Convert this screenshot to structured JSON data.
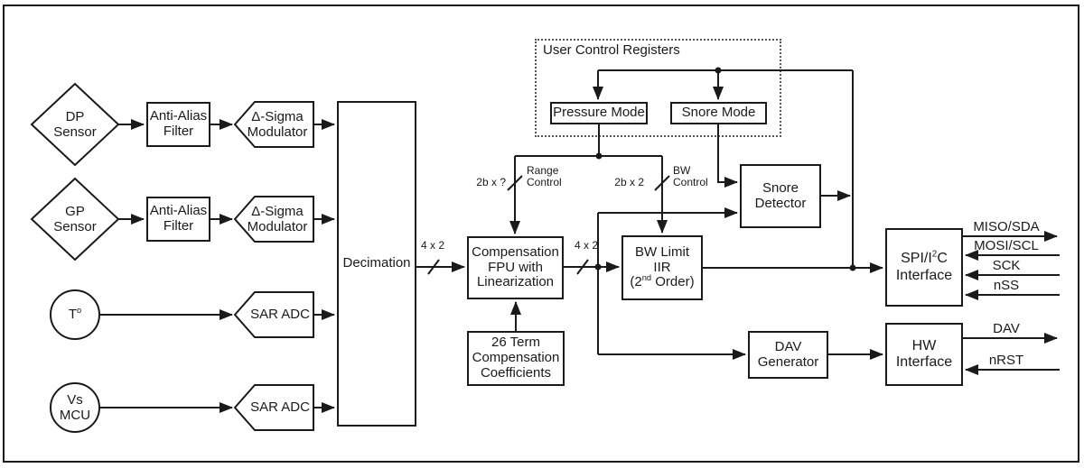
{
  "colors": {
    "line": "#1a1a1a",
    "background": "#ffffff"
  },
  "blocks": {
    "dp_sensor": {
      "line1": "DP",
      "line2": "Sensor"
    },
    "gp_sensor": {
      "line1": "GP",
      "line2": "Sensor"
    },
    "temp_sensor": {
      "base": "T",
      "sup": "o"
    },
    "vs_mcu": {
      "line1": "Vs",
      "line2": "MCU"
    },
    "aa_filter": {
      "line1": "Anti-Alias",
      "line2": "Filter"
    },
    "ds_mod": {
      "line1": "Δ-Sigma",
      "line2": "Modulator"
    },
    "sar_adc": {
      "label": "SAR ADC"
    },
    "decimation": {
      "label": "Decimation"
    },
    "comp_fpu": {
      "line1": "Compensation",
      "line2": "FPU with",
      "line3": "Linearization"
    },
    "coeff": {
      "line1": "26 Term",
      "line2": "Compensation",
      "line3": "Coefficients"
    },
    "bw_iir": {
      "line1": "BW Limit",
      "line2": "IIR",
      "line3_pre": "(2",
      "line3_sup": "nd",
      "line3_post": " Order)"
    },
    "snore_detector": {
      "line1": "Snore",
      "line2": "Detector"
    },
    "dav_generator": {
      "line1": "DAV",
      "line2": "Generator"
    },
    "spi_interface": {
      "line1_pre": "SPI/I",
      "line1_sup": "2",
      "line1_post": "C",
      "line2": "Interface"
    },
    "hw_interface": {
      "line1": "HW",
      "line2": "Interface"
    },
    "ucr": {
      "label": "User Control Registers"
    },
    "pressure_mode": {
      "label": "Pressure Mode"
    },
    "snore_mode": {
      "label": "Snore Mode"
    }
  },
  "bus_labels": {
    "dec_to_fpu": "4 x 2",
    "fpu_to_iir": "4 x 2",
    "range_bits": "2b x ?",
    "range_line1": "Range",
    "range_line2": "Control",
    "bw_bits": "2b x 2",
    "bw_line1": "BW",
    "bw_line2": "Control"
  },
  "pins": {
    "miso": "MISO/SDA",
    "mosi": "MOSI/SCL",
    "sck": "SCK",
    "nss": "nSS",
    "dav": "DAV",
    "nrst": "nRST"
  }
}
